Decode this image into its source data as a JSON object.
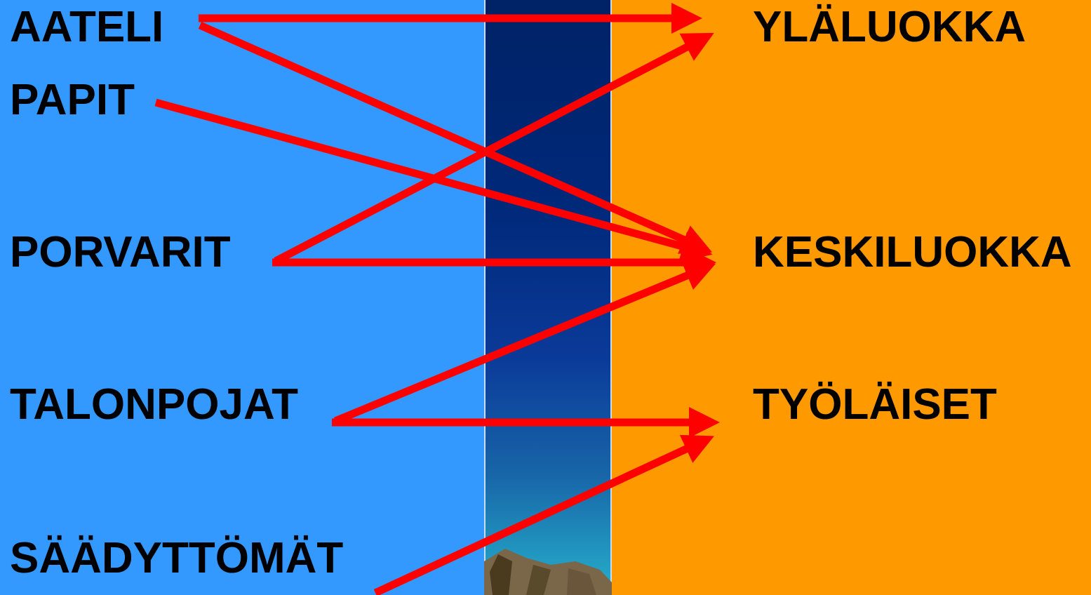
{
  "left_labels": {
    "aateli": "AATELI",
    "papit": "PAPIT",
    "porvarit": "PORVARIT",
    "talonpojat": "TALONPOJAT",
    "saadyttomat": "SÄÄDYTTÖMÄT"
  },
  "right_labels": {
    "ylaluokka": "YLÄLUOKKA",
    "keskiluokka": "KESKILUOKKA",
    "tyolaiset": "TYÖLÄISET"
  },
  "colors": {
    "left_background": "#3399ff",
    "middle_background": "#002a80",
    "right_background": "#ff9900",
    "arrow": "#ff0000",
    "text": "#000000"
  },
  "connections": [
    {
      "from": "AATELI",
      "to": "YLÄLUOKKA"
    },
    {
      "from": "AATELI",
      "to": "KESKILUOKKA"
    },
    {
      "from": "PAPIT",
      "to": "KESKILUOKKA"
    },
    {
      "from": "PORVARIT",
      "to": "YLÄLUOKKA"
    },
    {
      "from": "PORVARIT",
      "to": "KESKILUOKKA"
    },
    {
      "from": "TALONPOJAT",
      "to": "KESKILUOKKA"
    },
    {
      "from": "TALONPOJAT",
      "to": "TYÖLÄISET"
    },
    {
      "from": "SÄÄDYTTÖMÄT",
      "to": "TYÖLÄISET"
    }
  ]
}
